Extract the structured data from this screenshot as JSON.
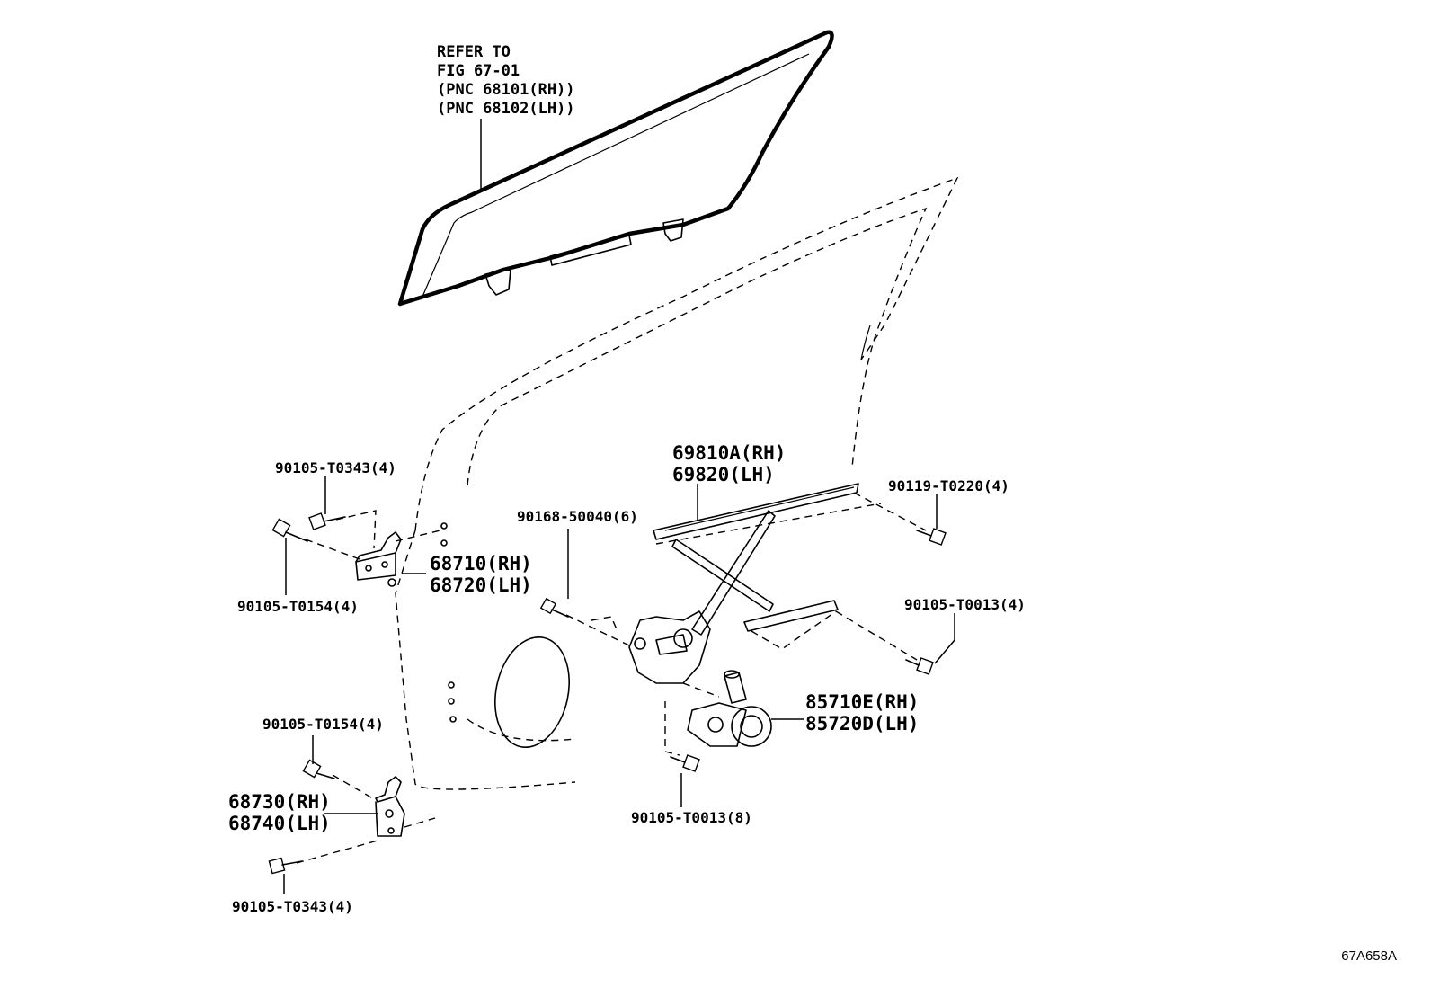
{
  "labels": {
    "glass_ref": [
      "REFER TO",
      "FIG 67-01",
      "(PNC 68101(RH))",
      "(PNC 68102(LH))"
    ],
    "regulator": [
      "69810A(RH)",
      "69820(LH)"
    ],
    "upper_hinge": [
      "68710(RH)",
      "68720(LH)"
    ],
    "lower_hinge": [
      "68730(RH)",
      "68740(LH)"
    ],
    "motor": [
      "85710E(RH)",
      "85720D(LH)"
    ],
    "bolt_upper_hinge_top": "90105-T0343(4)",
    "bolt_upper_hinge_side": "90105-T0154(4)",
    "bolt_lower_hinge_top": "90105-T0154(4)",
    "bolt_lower_hinge_bottom": "90105-T0343(4)",
    "bolt_regulator_left": "90168-50040(6)",
    "bolt_regulator_top_right": "90119-T0220(4)",
    "bolt_regulator_bottom_right": "90105-T0013(4)",
    "bolt_motor": "90105-T0013(8)",
    "diagram_code": "67A658A"
  }
}
